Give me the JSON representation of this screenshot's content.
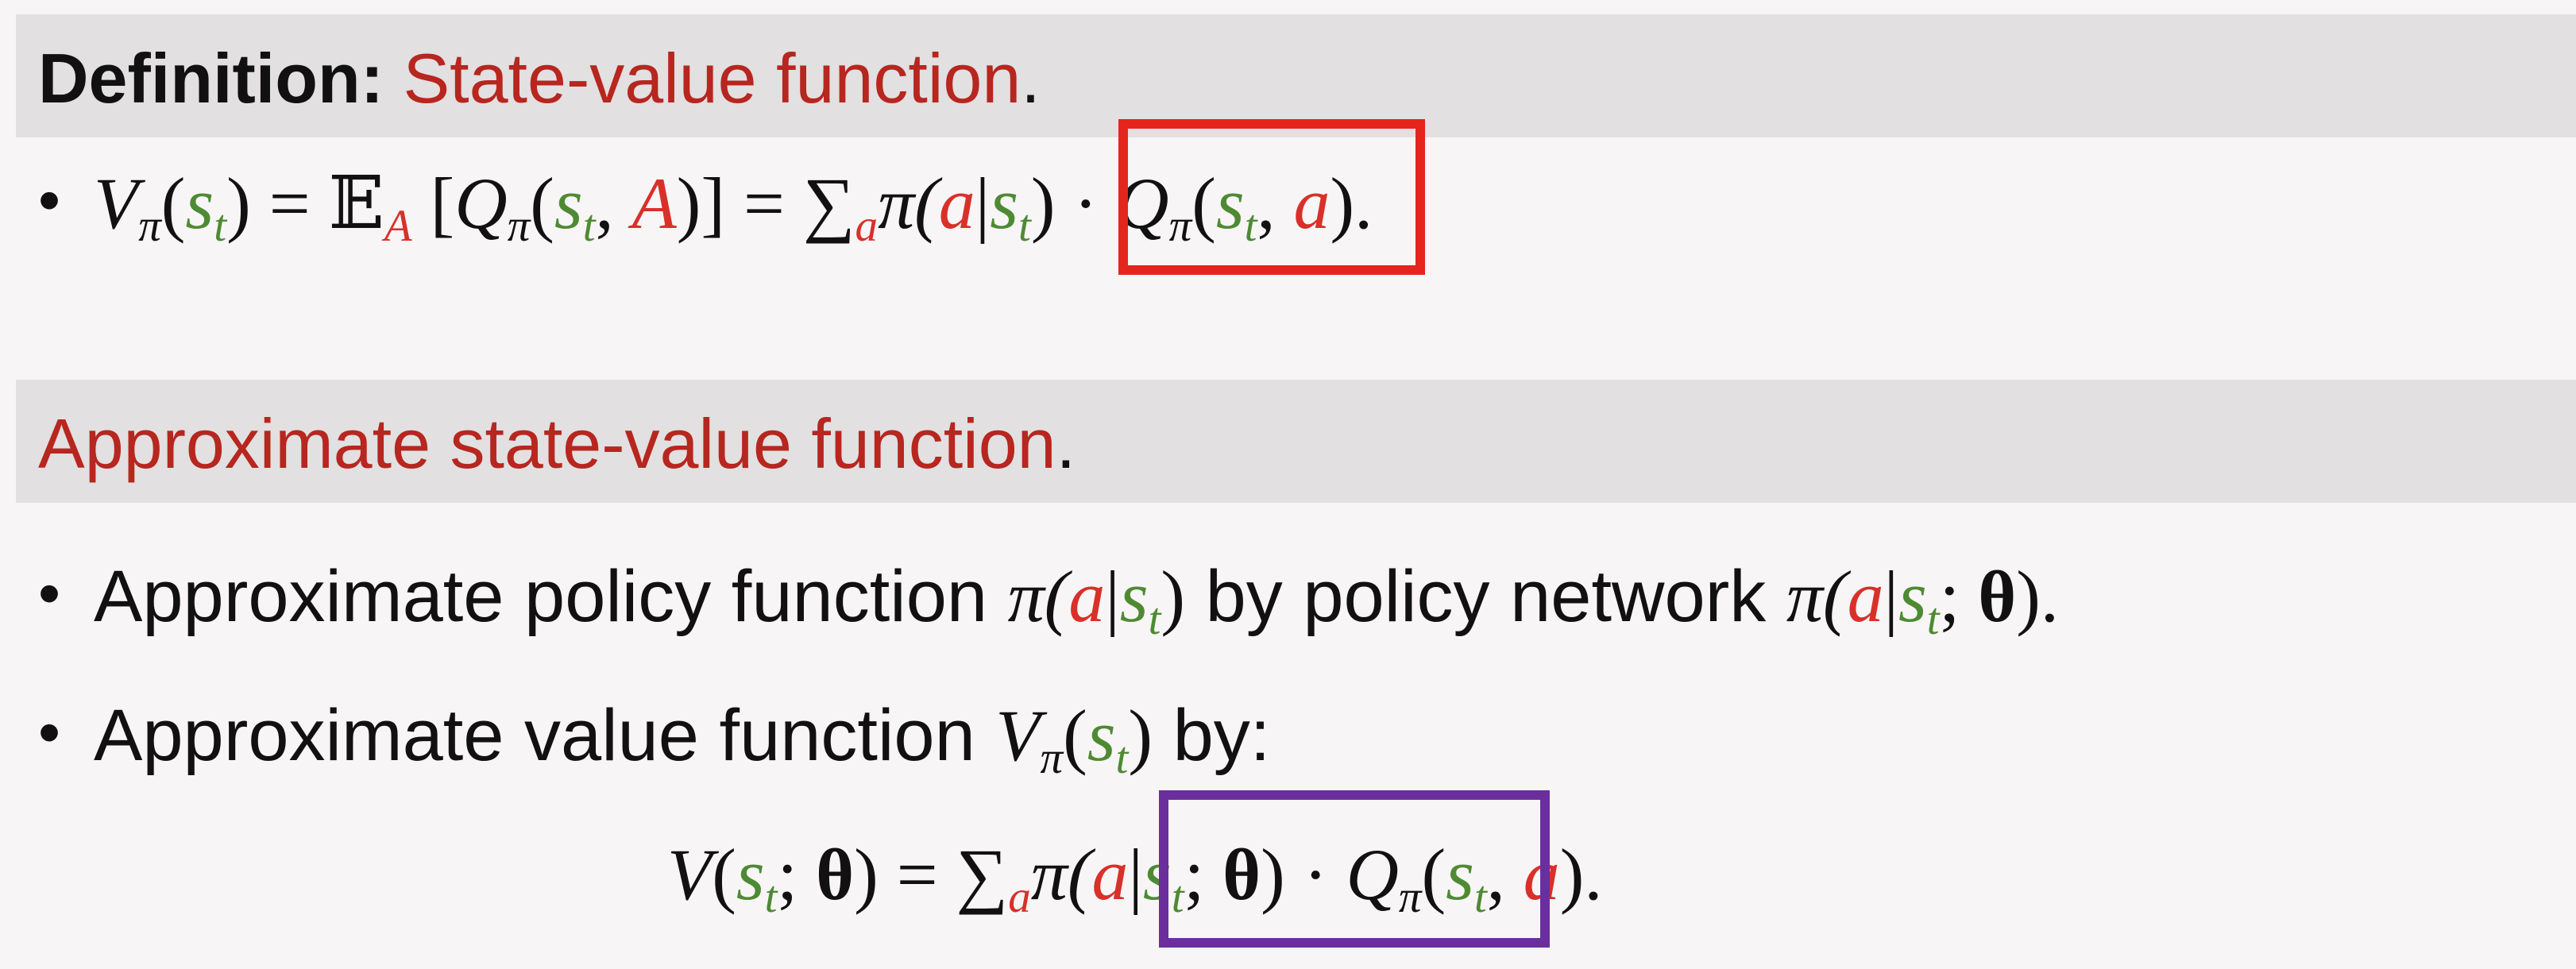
{
  "section1": {
    "label": "Definition:",
    "title": "State-value function",
    "period": "."
  },
  "formula1": {
    "V": "V",
    "pi": "π",
    "open": "(",
    "s": "s",
    "t": "t",
    "close_eq": ") = ",
    "E": "𝔼",
    "A": "A",
    "brack_open": " [",
    "Q": "Q",
    "comma": ", ",
    "close_brack": ")] = ",
    "sum": "∑",
    "a": "a",
    "pi_open": "π(",
    "bar": "|",
    "close": ")",
    "dot": " · ",
    "end": ")."
  },
  "section2": {
    "title": "Approximate state-value function",
    "period": "."
  },
  "line3": {
    "text_a": "Approximate policy function ",
    "text_b": " by policy network ",
    "semicolon": "; ",
    "theta": "θ",
    "end": ")."
  },
  "line4": {
    "text_a": "Approximate value function ",
    "text_b": " by:"
  },
  "bullet": "•",
  "colors": {
    "accent_red": "#b7261f",
    "var_red": "#d9302a",
    "var_green": "#4e8a33",
    "box_red": "#e5241e",
    "box_purple": "#6a2f9c",
    "band": "#e2e0e1"
  }
}
